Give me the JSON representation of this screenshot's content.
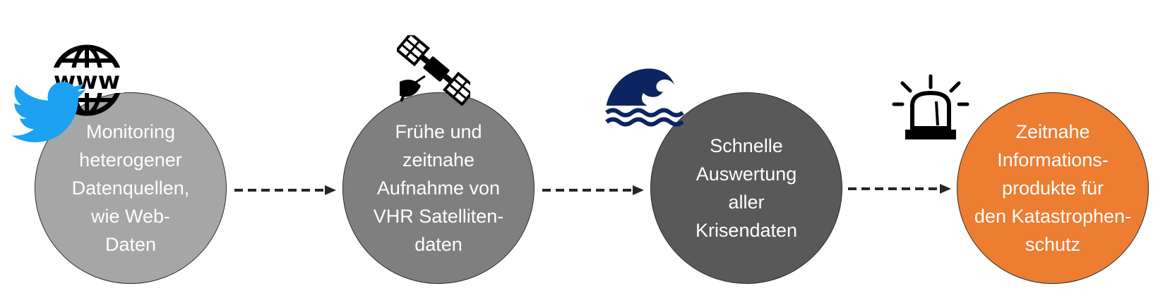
{
  "diagram": {
    "steps": [
      {
        "id": "monitoring",
        "lines": [
          "Monitoring",
          "heterogener",
          "Datenquellen,",
          "wie Web-",
          "Daten"
        ],
        "fill": "#a6a6a6",
        "icons": [
          "www-globe-icon",
          "twitter-bird-icon"
        ]
      },
      {
        "id": "aufnahme",
        "lines": [
          "Frühe und",
          "zeitnahe",
          "Aufnahme von",
          "VHR Satelliten-",
          "daten"
        ],
        "fill": "#7f7f7f",
        "icons": [
          "satellite-icon"
        ]
      },
      {
        "id": "auswertung",
        "lines": [
          "Schnelle",
          "Auswertung",
          "aller",
          "Krisendaten"
        ],
        "fill": "#595959",
        "icons": [
          "wave-icon"
        ]
      },
      {
        "id": "produkte",
        "lines": [
          "Zeitnahe",
          "Informations-",
          "produkte für",
          "den Katastrophen-",
          "schutz"
        ],
        "fill": "#ed7d31",
        "icons": [
          "siren-icon"
        ]
      }
    ],
    "connector_style": "dashed-arrow",
    "colors": {
      "twitter_blue": "#1da1f2",
      "wave_navy": "#0c2461",
      "arrow": "#262626",
      "icon_black": "#000000"
    }
  }
}
